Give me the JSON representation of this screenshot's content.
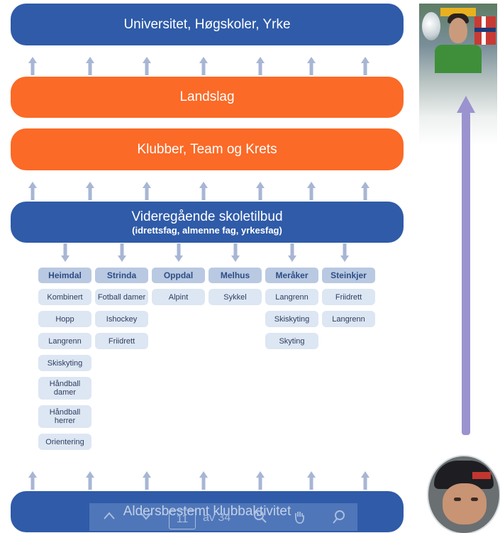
{
  "bars": {
    "universities": "Universitet, Høgskoler, Yrke",
    "national_team": "Landslag",
    "clubs": "Klubber, Team og Krets",
    "upper_secondary_title": "Videregående skoletilbud",
    "upper_secondary_sub": "(idrettsfag, almenne fag, yrkesfag)",
    "age_based": "Aldersbestemt klubbaktivitet"
  },
  "schools": [
    {
      "name": "Heimdal",
      "programs": [
        "Kombinert",
        "Hopp",
        "Langrenn",
        "Skiskyting",
        "Håndball damer",
        "Håndball herrer",
        "Orientering"
      ]
    },
    {
      "name": "Strinda",
      "programs": [
        "Fotball damer",
        "Ishockey",
        "Friidrett"
      ]
    },
    {
      "name": "Oppdal",
      "programs": [
        "Alpint"
      ]
    },
    {
      "name": "Melhus",
      "programs": [
        "Sykkel"
      ]
    },
    {
      "name": "Meråker",
      "programs": [
        "Langrenn",
        "Skiskyting",
        "Skyting"
      ]
    },
    {
      "name": "Steinkjer",
      "programs": [
        "Friidrett",
        "Langrenn"
      ]
    }
  ],
  "toolbar": {
    "page_current": "11",
    "page_of": "av 34"
  },
  "colors": {
    "blue_bar": "#2f5ba8",
    "orange_bar": "#fb6a27",
    "arrow": "#a7b6d4",
    "growth_arrow": "#9a93cf",
    "chip_header": "#b9c9e2",
    "chip": "#dde6f3"
  },
  "icons": [
    "chevron-up-icon",
    "chevron-down-icon",
    "zoom-out-icon",
    "hand-icon",
    "search-icon"
  ]
}
